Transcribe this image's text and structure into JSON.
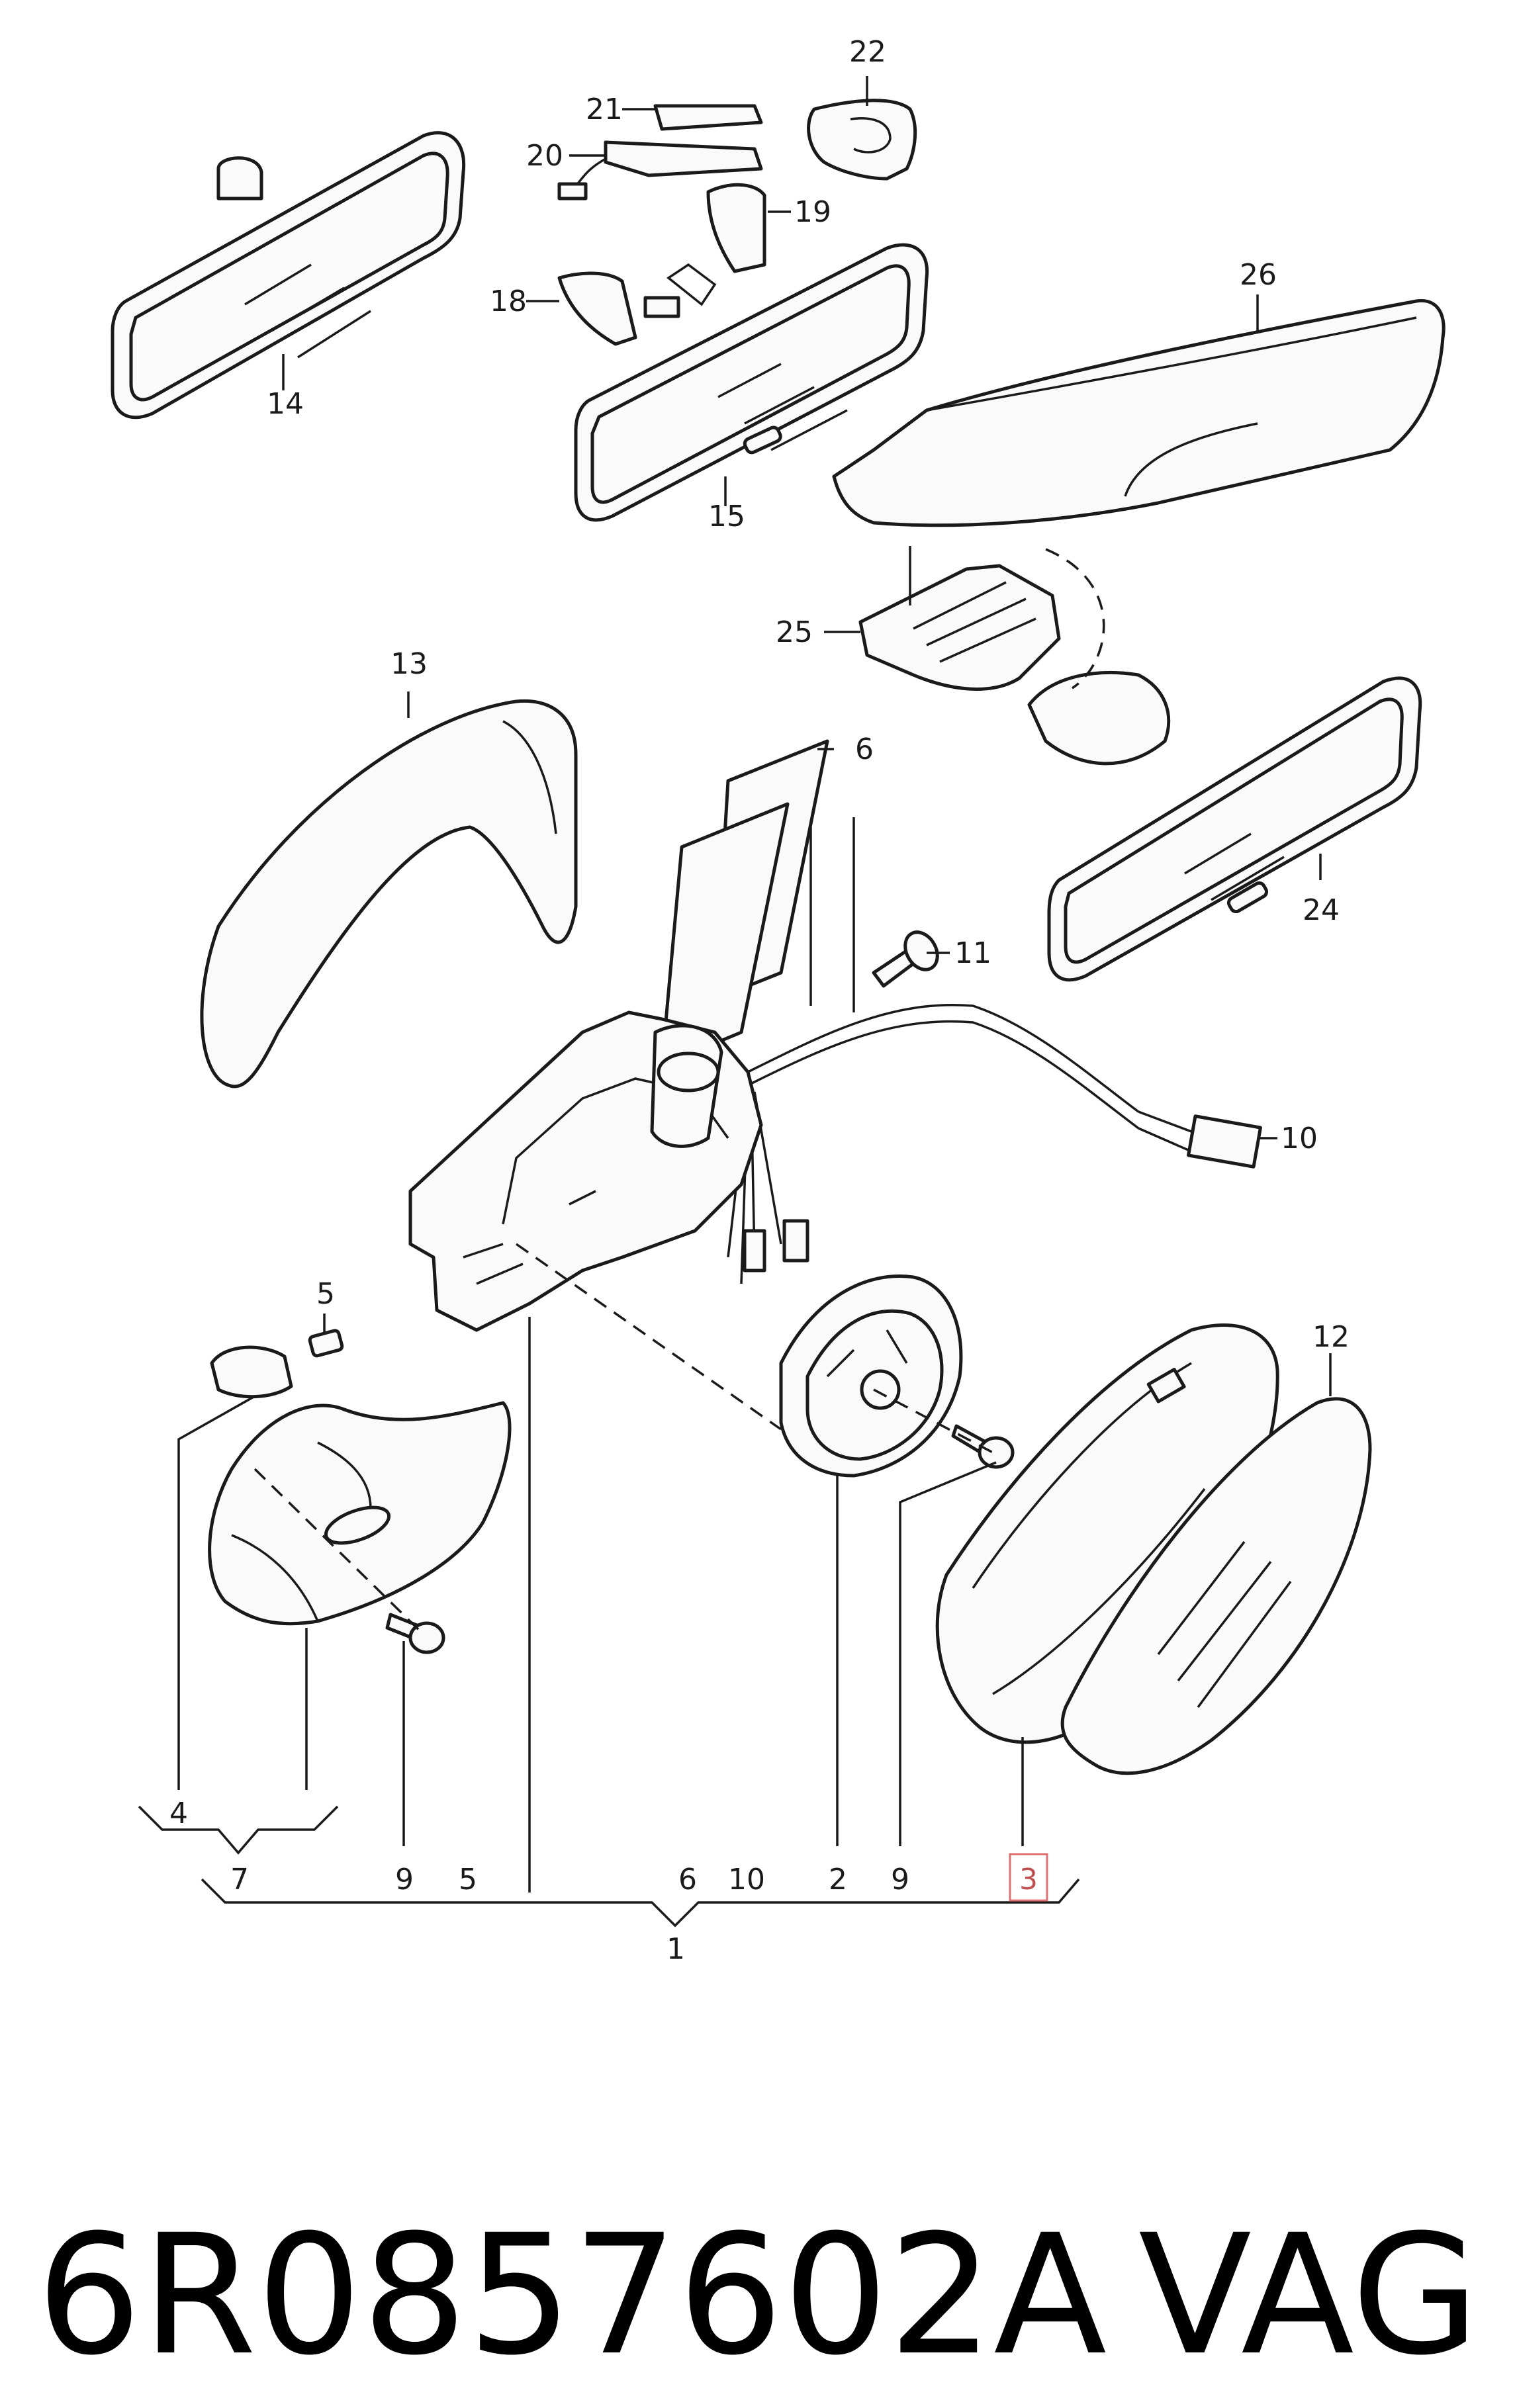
{
  "callouts": {
    "c22": "22",
    "c21": "21",
    "c20": "20",
    "c19": "19",
    "c18": "18",
    "c14": "14",
    "c15": "15",
    "c26": "26",
    "c25": "25",
    "c13": "13",
    "c6": "6",
    "c11": "11",
    "c24": "24",
    "c10": "10",
    "c5": "5",
    "c12": "12",
    "c4": "4",
    "c9a": "9",
    "c3": "3"
  },
  "bottom_row": {
    "r7": "7",
    "r9": "9",
    "r5": "5",
    "r6": "6",
    "r10": "10",
    "r2": "2",
    "r9b": "9",
    "r3": "3",
    "r1": "1"
  },
  "highlight": {
    "callout": "3",
    "color": "#e07070"
  },
  "footer": {
    "part_number": "6R0857602A",
    "brand": "VAG"
  }
}
